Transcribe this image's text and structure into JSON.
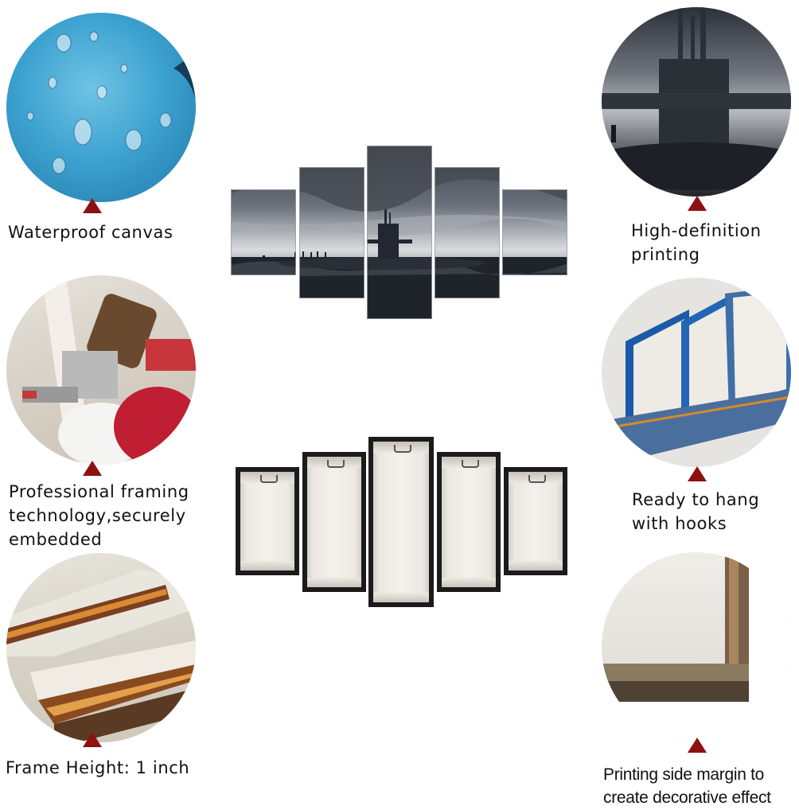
{
  "features": [
    {
      "id": "waterproof",
      "label": "Waterproof canvas",
      "icon": "water-drops-photo"
    },
    {
      "id": "framing",
      "label": "Professional framing\ntechnology,securely\nembedded",
      "icon": "framing-tool-photo"
    },
    {
      "id": "frame_height",
      "label": "Frame Height: 1 inch",
      "icon": "frame-edge-photo"
    },
    {
      "id": "hd_printing",
      "label": "High-definition\nprinting",
      "icon": "submarine-closeup-photo"
    },
    {
      "id": "hooks",
      "label": "Ready to hang\nwith hooks",
      "icon": "stacked-canvas-photo"
    },
    {
      "id": "side_margin",
      "label": "Printing side margin to\ncreate decorative effect",
      "icon": "canvas-corner-photo"
    }
  ],
  "colors": {
    "marker": "#8e1010",
    "frame": "#1b1b1b"
  }
}
